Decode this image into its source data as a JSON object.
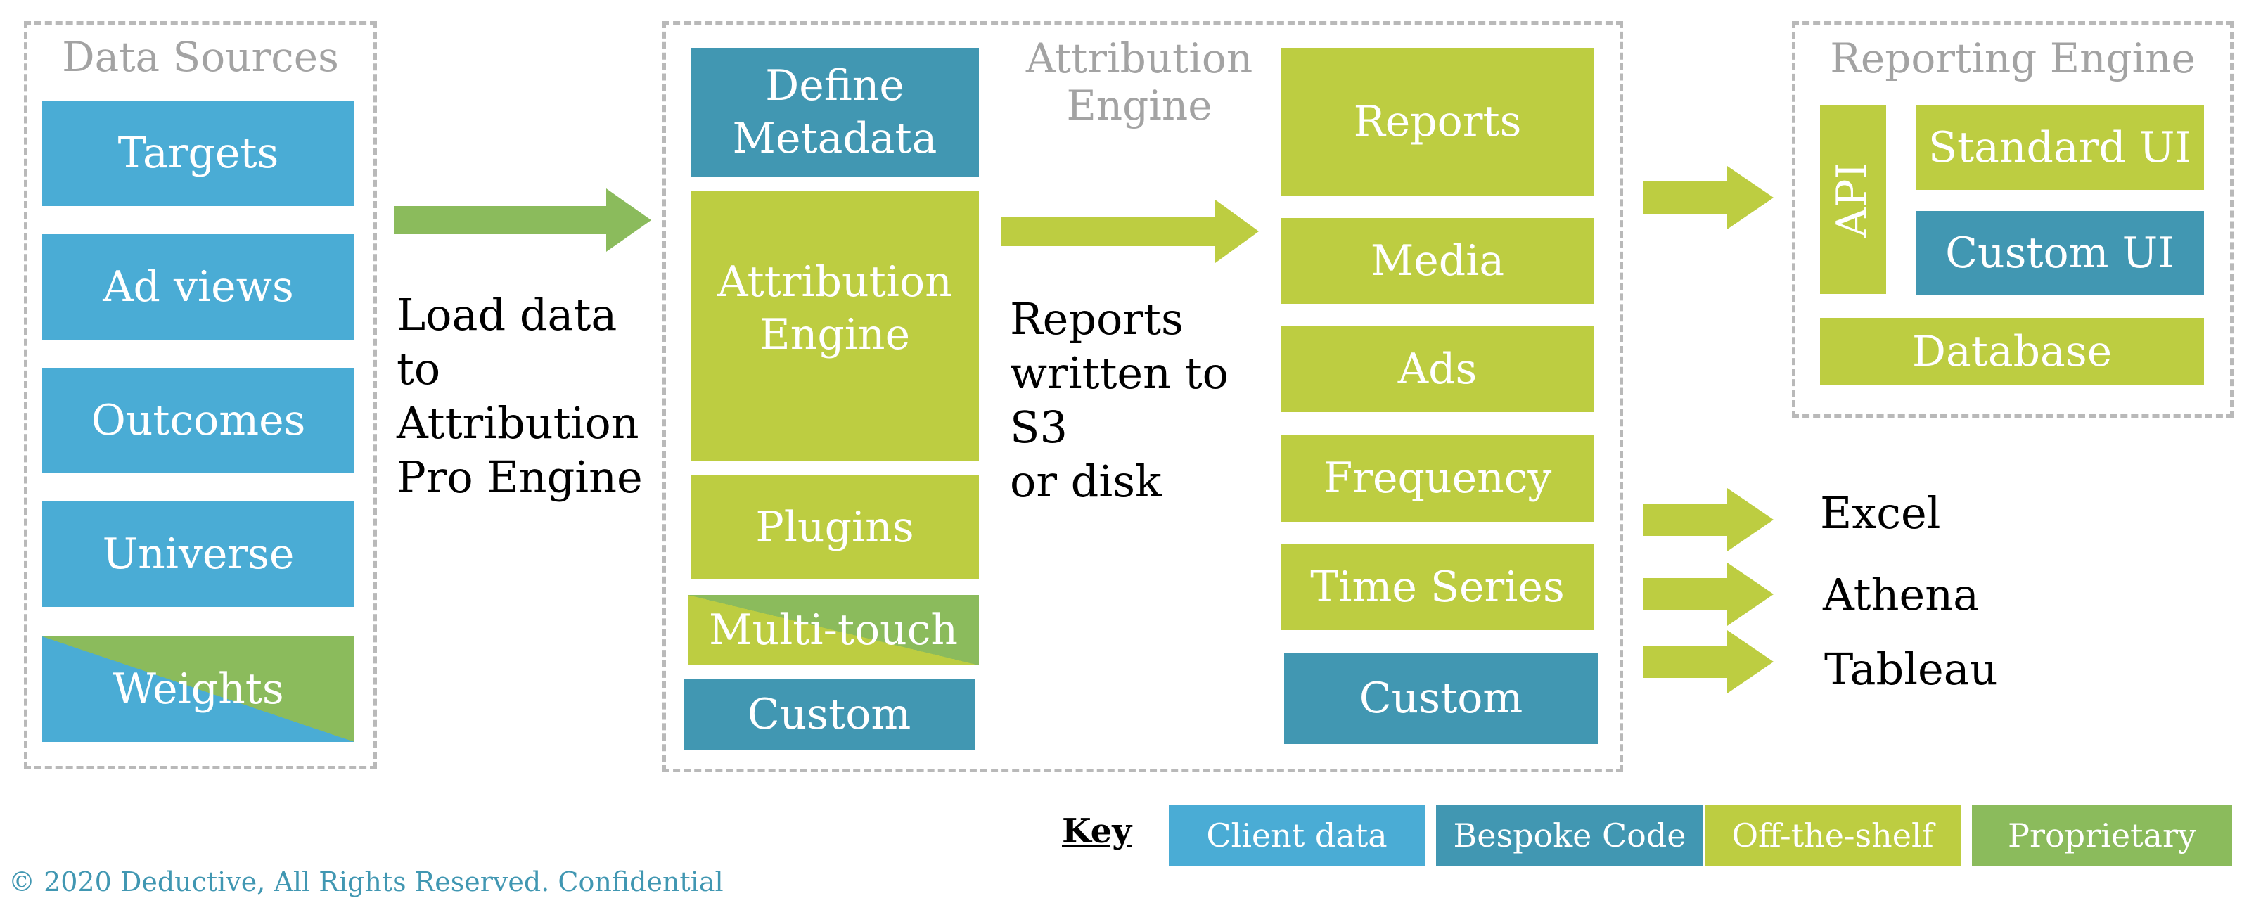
{
  "colors": {
    "client_data": "#4aacd5",
    "bespoke_code": "#4197b2",
    "off_the_shelf": "#bdcd41",
    "proprietary": "#8bbb5c",
    "group_border": "#b9b9b9",
    "group_title": "#a3a3a3"
  },
  "data_sources": {
    "title": "Data Sources",
    "items": [
      "Targets",
      "Ad views",
      "Outcomes",
      "Universe",
      "Weights"
    ]
  },
  "load_label": [
    "Load data",
    "to",
    "Attribution",
    "Pro Engine"
  ],
  "attribution_engine": {
    "title": [
      "Attribution",
      "Engine"
    ],
    "define_metadata": [
      "Define",
      "Metadata"
    ],
    "core": [
      "Attribution",
      "Engine"
    ],
    "plugins": "Plugins",
    "multi_touch": "Multi-touch",
    "custom": "Custom",
    "reports_label": [
      "Reports",
      "written to",
      "S3",
      "or disk"
    ],
    "outputs": [
      "Reports",
      "Media",
      "Ads",
      "Frequency",
      "Time Series",
      "Custom"
    ]
  },
  "reporting_engine": {
    "title": "Reporting Engine",
    "api": "API",
    "standard_ui": "Standard UI",
    "custom_ui": "Custom UI",
    "database": "Database"
  },
  "destinations": [
    "Excel",
    "Athena",
    "Tableau"
  ],
  "key": {
    "label": "Key",
    "items": [
      "Client data",
      "Bespoke Code",
      "Off-the-shelf",
      "Proprietary"
    ]
  },
  "copyright": "© 2020 Deductive, All Rights Reserved. Confidential"
}
